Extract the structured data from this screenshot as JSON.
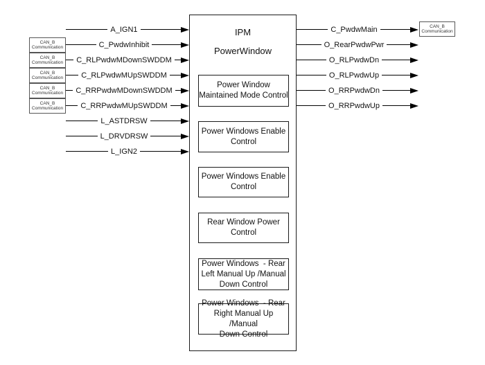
{
  "module": {
    "name": "IPM",
    "subtitle": "PowerWindow",
    "function_blocks": [
      "Power Window\nMaintained Mode Control",
      "Power Windows Enable\nControl",
      "Power Windows Enable\nControl",
      "Rear Window Power\nControl",
      "Power Windows  - Rear\nLeft Manual Up /Manual\nDown Control",
      "Power Windows  - Rear\nRight Manual Up /Manual\nDown Control"
    ]
  },
  "can_label": "CAN_B\nCommunication",
  "inputs": [
    {
      "label": "A_IGN1",
      "can": false
    },
    {
      "label": "C_PwdwInhibit",
      "can": true
    },
    {
      "label": "C_RLPwdwMDownSWDDM",
      "can": true
    },
    {
      "label": "C_RLPwdwMUpSWDDM",
      "can": true
    },
    {
      "label": "C_RRPwdwMDownSWDDM",
      "can": true
    },
    {
      "label": "C_RRPwdwMUpSWDDM",
      "can": true
    },
    {
      "label": "L_ASTDRSW",
      "can": false
    },
    {
      "label": "L_DRVDRSW",
      "can": false
    },
    {
      "label": "L_IGN2",
      "can": false
    }
  ],
  "outputs": [
    {
      "label": "C_PwdwMain",
      "can": true
    },
    {
      "label": "O_RearPwdwPwr",
      "can": false
    },
    {
      "label": "O_RLPwdwDn",
      "can": false
    },
    {
      "label": "O_RLPwdwUp",
      "can": false
    },
    {
      "label": "O_RRPwdwDn",
      "can": false
    },
    {
      "label": "O_RRPwdwUp",
      "can": false
    }
  ],
  "colors": {
    "line": "#000000",
    "background": "#ffffff"
  }
}
